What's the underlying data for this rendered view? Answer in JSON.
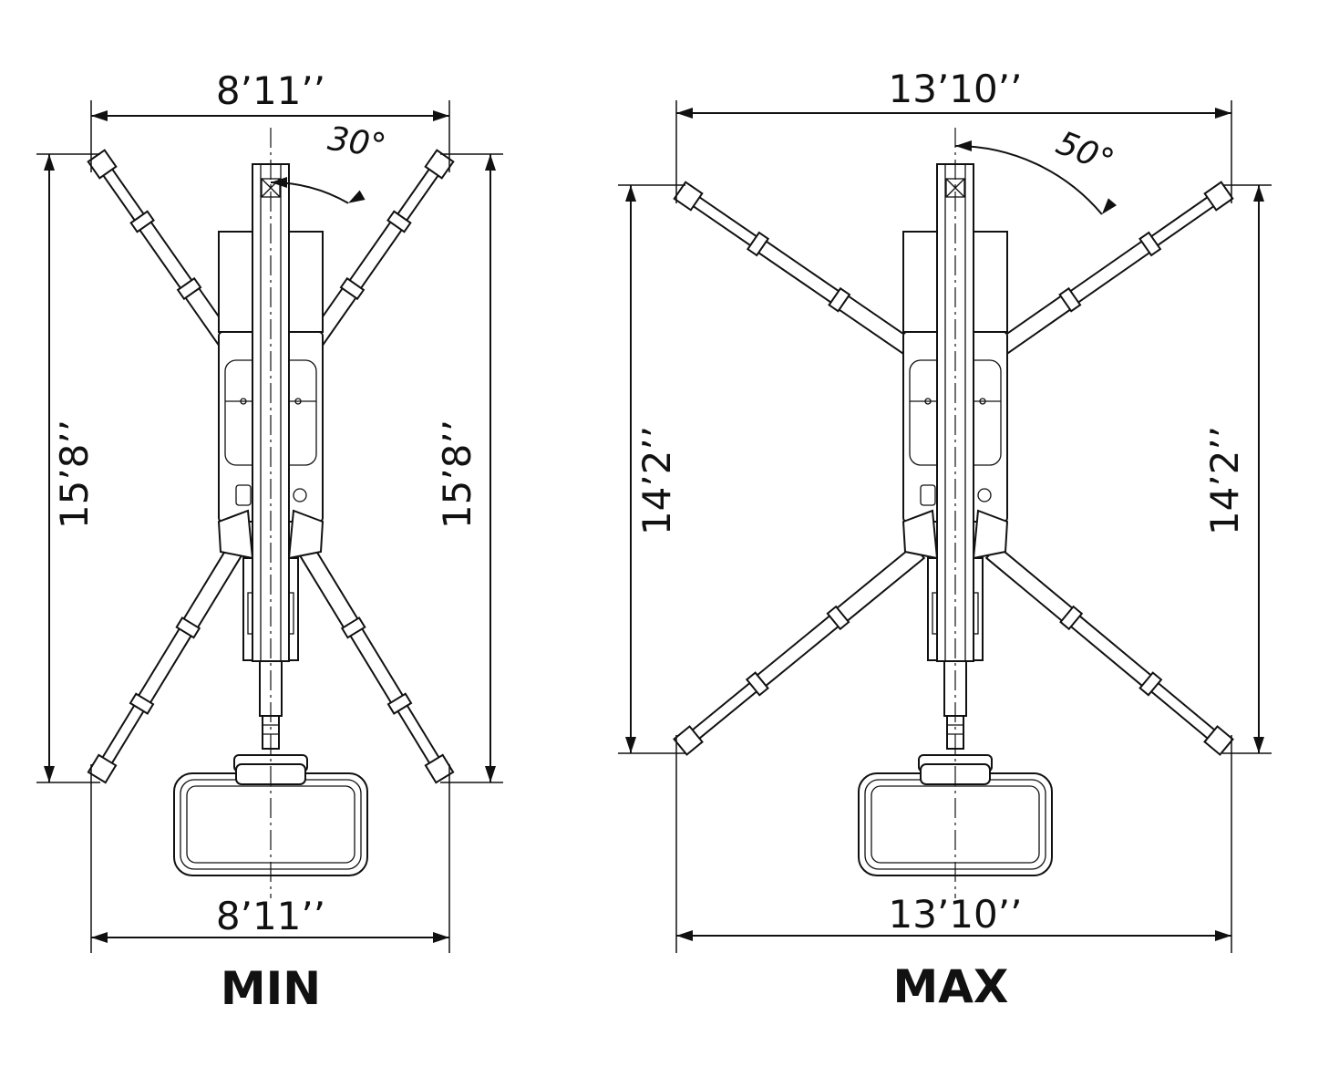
{
  "views": [
    {
      "id": "min",
      "caption": "MIN",
      "top_width": "8’11’’",
      "bottom_width": "8’11’’",
      "left_length": "15’8’’",
      "right_length": "15’8’’",
      "angle": "30°",
      "angle_deg": 30
    },
    {
      "id": "max",
      "caption": "MAX",
      "top_width": "13’10’’",
      "bottom_width": "13’10’’",
      "left_length": "14’2’’",
      "right_length": "14’2’’",
      "angle": "50°",
      "angle_deg": 50
    }
  ]
}
